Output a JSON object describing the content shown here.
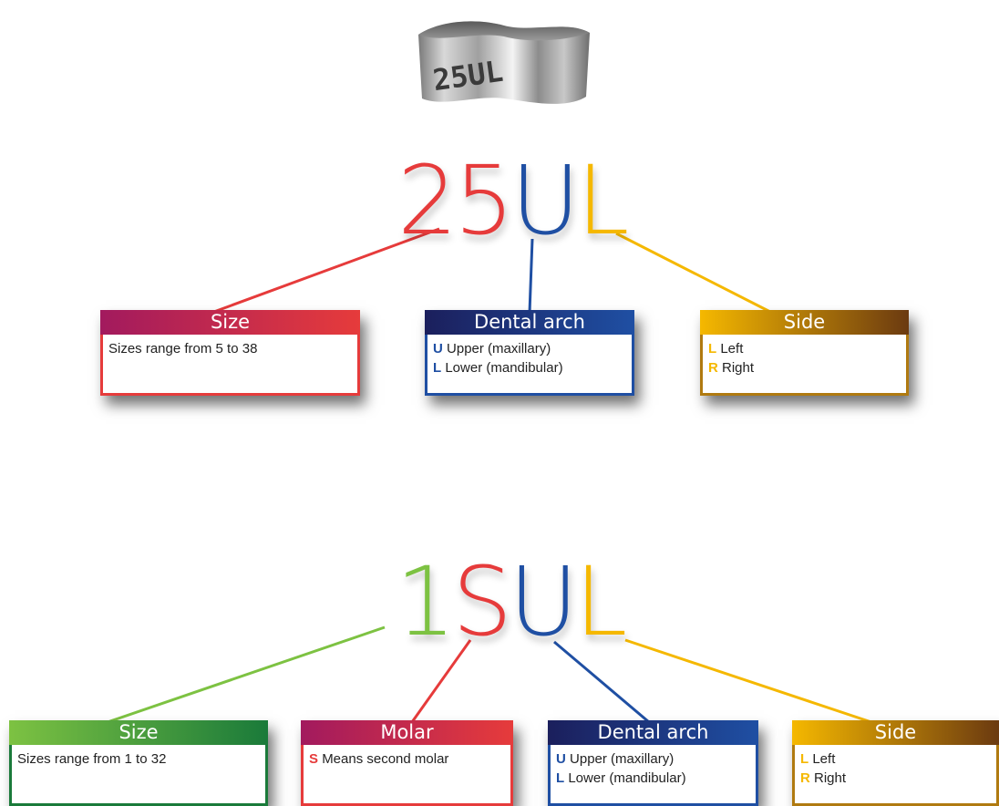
{
  "colors": {
    "red": "#e63b3b",
    "blue": "#1f4fa3",
    "yellow": "#f5b800",
    "green": "#7dc242",
    "magenta": "#a21a5e",
    "navy": "#1b1f5c",
    "brown": "#6b3a10",
    "darkgreen": "#1a7a3a"
  },
  "ring": {
    "engraving": "25UL"
  },
  "top": {
    "code": [
      {
        "text": "25",
        "color": "#e63b3b"
      },
      {
        "text": "U",
        "color": "#1f4fa3"
      },
      {
        "text": "L",
        "color": "#f5b800"
      }
    ],
    "cards": [
      {
        "title": "Size",
        "lines": [
          {
            "key": "",
            "text": "Sizes range from 5 to 38"
          }
        ]
      },
      {
        "title": "Dental arch",
        "lines": [
          {
            "key": "U",
            "text": "Upper (maxillary)"
          },
          {
            "key": "L",
            "text": "Lower (mandibular)"
          }
        ]
      },
      {
        "title": "Side",
        "lines": [
          {
            "key": "L",
            "text": "Left"
          },
          {
            "key": "R",
            "text": "Right"
          }
        ]
      }
    ]
  },
  "bottom": {
    "code": [
      {
        "text": "1",
        "color": "#7dc242"
      },
      {
        "text": "S",
        "color": "#e63b3b"
      },
      {
        "text": "U",
        "color": "#1f4fa3"
      },
      {
        "text": "L",
        "color": "#f5b800"
      }
    ],
    "cards": [
      {
        "title": "Size",
        "lines": [
          {
            "key": "",
            "text": "Sizes range from 1 to 32"
          }
        ]
      },
      {
        "title": "Molar",
        "lines": [
          {
            "key": "S",
            "text": "Means second molar"
          }
        ]
      },
      {
        "title": "Dental arch",
        "lines": [
          {
            "key": "U",
            "text": "Upper (maxillary)"
          },
          {
            "key": "L",
            "text": "Lower (mandibular)"
          }
        ]
      },
      {
        "title": "Side",
        "lines": [
          {
            "key": "L",
            "text": "Left"
          },
          {
            "key": "R",
            "text": "Right"
          }
        ]
      }
    ]
  }
}
